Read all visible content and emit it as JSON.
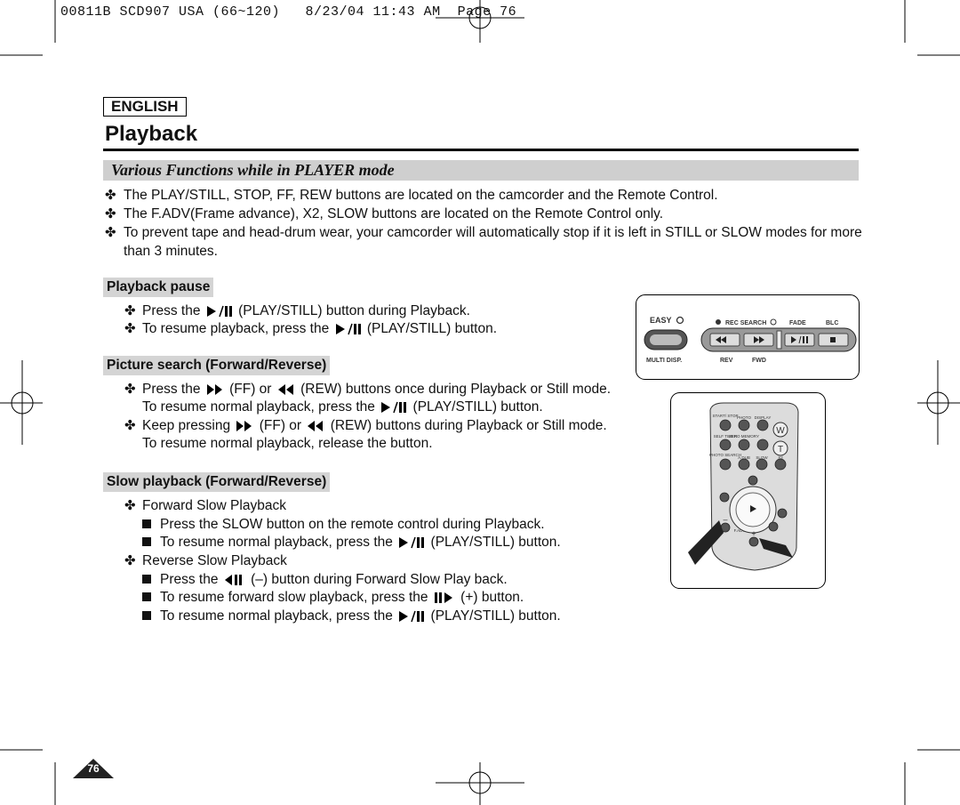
{
  "print_header": "00811B SCD907 USA (66~120)   8/23/04 11:43 AM  Page 76",
  "language_badge": "ENGLISH",
  "page_title": "Playback",
  "section_title": "Various Functions while in PLAYER mode",
  "intro_bullets": [
    "The PLAY/STILL, STOP, FF, REW buttons are located on the camcorder and the Remote Control.",
    "The F.ADV(Frame advance), X2, SLOW buttons are located on the Remote Control only.",
    "To prevent tape and head-drum wear, your camcorder will automatically stop if it is left in STILL or SLOW modes for more",
    "than 3 minutes."
  ],
  "playback_pause": {
    "heading": "Playback pause",
    "l1a": "Press the",
    "l1b": "(PLAY/STILL) button during Playback.",
    "l2a": "To resume playback, press the",
    "l2b": "(PLAY/STILL) button."
  },
  "picture_search": {
    "heading": "Picture search (Forward/Reverse)",
    "l1a": "Press the",
    "l1b": "(FF) or",
    "l1c": "(REW) buttons once during Playback or Still mode.",
    "l2a": "To resume normal playback, press the",
    "l2b": "(PLAY/STILL) button.",
    "l3a": "Keep pressing",
    "l3b": "(FF) or",
    "l3c": "(REW) buttons during Playback or Still mode.",
    "l4": "To resume normal playback, release the button."
  },
  "slow_playback": {
    "heading": "Slow playback (Forward/Reverse)",
    "forward": "Forward Slow Playback",
    "f1": "Press the SLOW button on the remote control during Playback.",
    "f2a": "To resume normal playback, press the",
    "f2b": "(PLAY/STILL) button.",
    "reverse": "Reverse Slow Playback",
    "r1a": "Press the",
    "r1b": "(–) button during Forward Slow Play back.",
    "r2a": "To resume forward slow playback, press the",
    "r2b": "(+) button.",
    "r3a": "To resume normal playback, press the",
    "r3b": "(PLAY/STILL) button."
  },
  "camcorder_panel": {
    "easy_q": "EASY",
    "rec_search": "REC SEARCH",
    "fade": "FADE",
    "blc": "BLC",
    "multi_disp": "MULTI DISP.",
    "rev": "REV",
    "fwd": "FWD"
  },
  "remote": {
    "start_stop": "START/\nSTOP",
    "photo": "PHOTO",
    "display": "DISPLAY",
    "self_timer": "SELF\nTIMER",
    "zero_memory": "ZERO\nMEMORY",
    "photo_search": "PHOTO\nSEARCH",
    "a_dub": "A.DUB",
    "slow": "SLOW",
    "x2": "X2",
    "w": "W",
    "t": "T",
    "fadv": "F.ADV",
    "minus": "–",
    "plus": "+"
  },
  "page_number": "76",
  "bullet_glyph": "✤"
}
